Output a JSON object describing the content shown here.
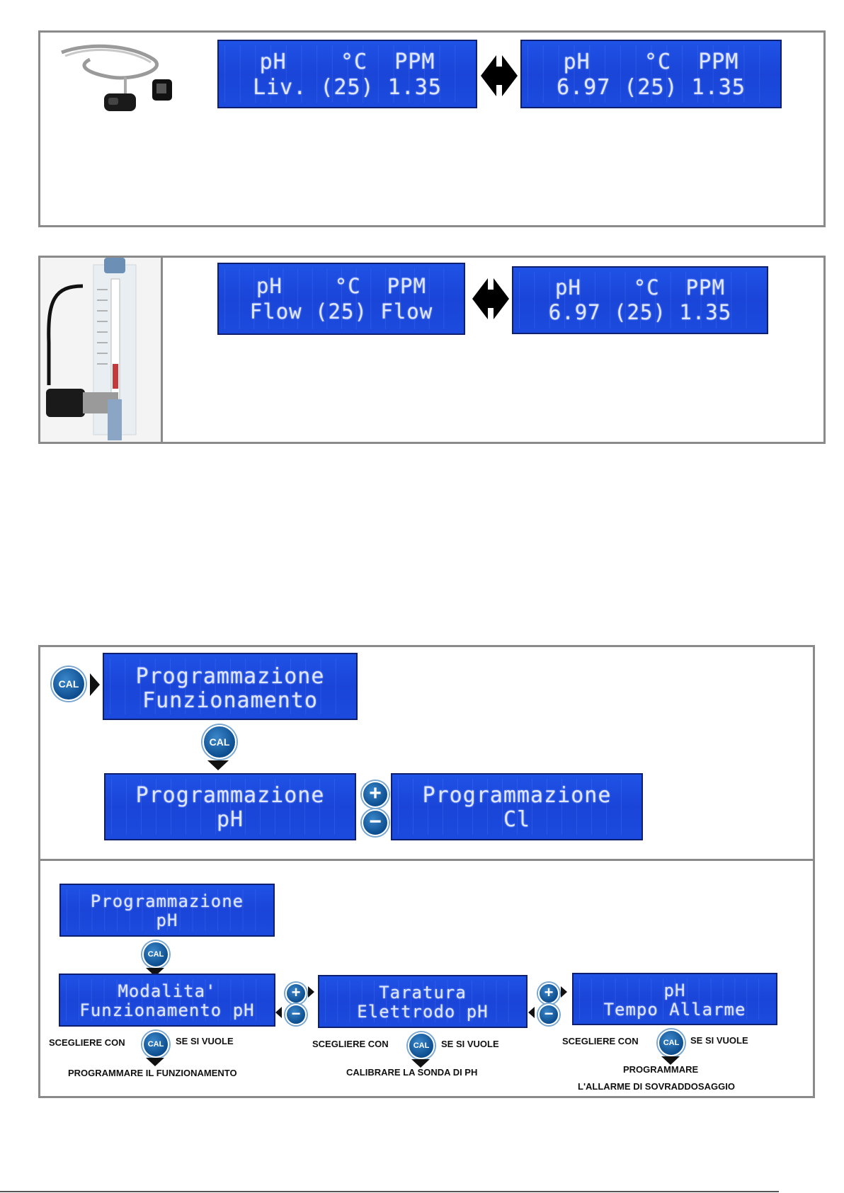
{
  "panel1": {
    "display_left": {
      "line1": "pH    °C  PPM",
      "line2": "Liv. (25) 1.35"
    },
    "display_right": {
      "line1": "pH    °C  PPM",
      "line2": "6.97 (25) 1.35"
    }
  },
  "panel2": {
    "display_left": {
      "line1": "pH    °C  PPM",
      "line2": "Flow (25) Flow"
    },
    "display_right": {
      "line1": "pH    °C  PPM",
      "line2": "6.97 (25) 1.35"
    }
  },
  "panel3": {
    "cal_label": "CAL",
    "display_main": {
      "line1": "Programmazione",
      "line2": "Funzionamento"
    },
    "display_ph": {
      "line1": "Programmazione",
      "line2": "pH"
    },
    "display_cl": {
      "line1": "Programmazione",
      "line2": "Cl"
    },
    "plus": "+",
    "minus": "−"
  },
  "panel4": {
    "cal_label": "CAL",
    "plus": "+",
    "minus": "−",
    "display_top": {
      "line1": "Programmazione",
      "line2": "pH"
    },
    "display_mode": {
      "line1": "Modalita'",
      "line2": "Funzionamento pH"
    },
    "display_cal": {
      "line1": "Taratura",
      "line2": "Elettrodo pH"
    },
    "display_alarm": {
      "line1": "pH",
      "line2": "Tempo Allarme"
    },
    "caption1": {
      "choose": "SCEGLIERE CON",
      "if": "SE SI VUOLE",
      "action": "PROGRAMMARE IL FUNZIONAMENTO"
    },
    "caption2": {
      "choose": "SCEGLIERE CON",
      "if": "SE SI VUOLE",
      "action": "CALIBRARE LA SONDA DI PH"
    },
    "caption3": {
      "choose": "SCEGLIERE CON",
      "if": "SE SI VUOLE",
      "action1": "PROGRAMMARE",
      "action2": "L'ALLARME DI SOVRADDOSAGGIO"
    }
  }
}
